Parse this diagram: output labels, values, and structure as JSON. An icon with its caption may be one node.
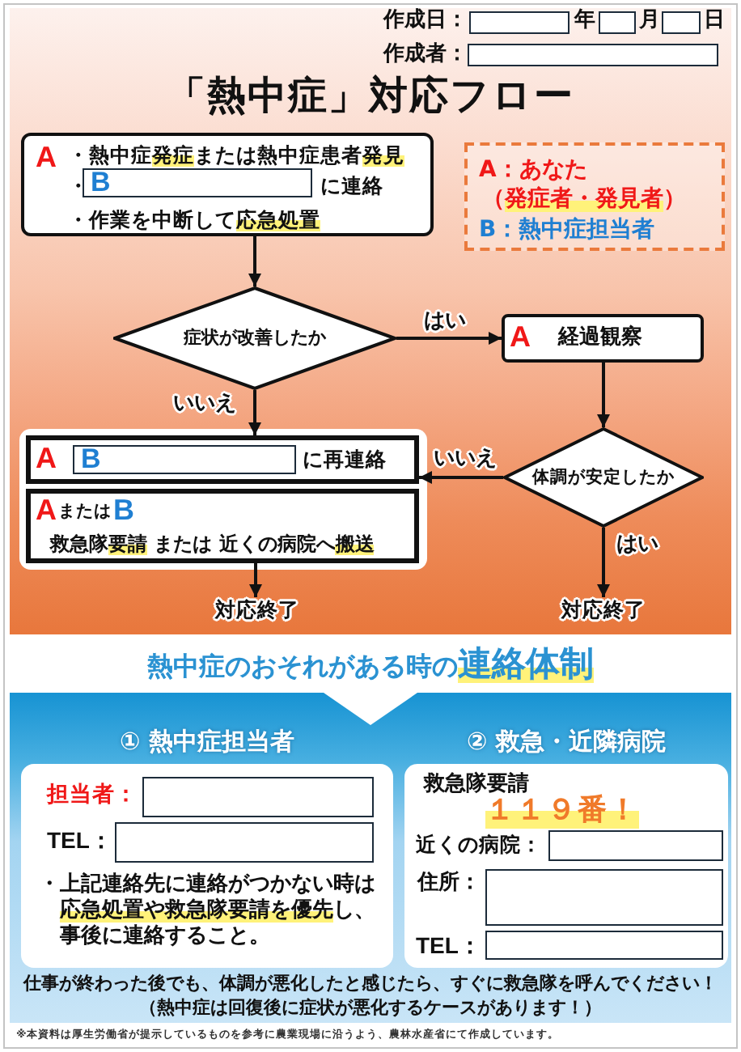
{
  "diagram": {
    "title": "「熱中症」対応フロー",
    "nodes": [
      {
        "text": [
          "A",
          "・熱中症**発症**または熱中症患者**発見**",
          "・",
          "に連絡",
          "・作業を中断して**応急処置**"
        ]
      },
      {
        "text": [
          "B"
        ],
        "in": 0
      },
      {
        "text": [
          "A：あなた",
          "（**発症者・発見者**）",
          "B：熱中症担当者"
        ]
      },
      {
        "text": [
          "症状が改善したか"
        ]
      },
      {
        "text": [
          "A",
          "経過観察"
        ]
      },
      {
        "text": [
          "体調が安定したか"
        ]
      },
      {
        "text": [
          "A",
          "に再連絡"
        ]
      },
      {
        "text": [
          "B"
        ],
        "in": 6
      },
      {
        "text": [
          "A",
          "または",
          "B",
          "救急隊**要請** または 近くの病院へ**搬送**"
        ]
      },
      {
        "text": [
          "対応終了"
        ]
      },
      {
        "text": [
          "対応終了"
        ]
      },
      {
        "text": [
          "① 熱中症担当者",
          "担当者：",
          "TEL：",
          "・上記連絡先に連絡がつかない時は**応急処置や救急隊要請を優先**し、事後に連絡すること。"
        ]
      },
      {
        "text": [
          "② 救急・近隣病院",
          "救急隊要請",
          "１１９番！",
          "近くの病院：",
          "住所：",
          "TEL："
        ]
      }
    ],
    "edges": [
      {
        "from": 0,
        "to": 3,
        "arrow": "to"
      },
      {
        "from": 3,
        "to": 4,
        "arrow": "to",
        "label": "はい"
      },
      {
        "from": 3,
        "to": 6,
        "arrow": "to",
        "label": "いいえ"
      },
      {
        "from": 4,
        "to": 5,
        "arrow": "to"
      },
      {
        "from": 5,
        "to": 6,
        "arrow": "to",
        "label": "いいえ"
      },
      {
        "from": 5,
        "to": 10,
        "arrow": "to",
        "label": "はい"
      },
      {
        "from": 8,
        "to": 9,
        "arrow": "to"
      }
    ],
    "labels": [
      "作成日：",
      "年",
      "月",
      "日",
      "作成者：",
      "熱中症のおそれがある時の**連絡体制**",
      "仕事が終わった後でも、体調が悪化したと感じたら、すぐに救急隊を呼んでください！",
      "（熱中症は回復後に症状が悪化するケースがあります！）",
      "※本資料は厚生労働省が提示しているものを参考に農業現場に沿うよう、農林水産省にて作成しています。"
    ]
  }
}
